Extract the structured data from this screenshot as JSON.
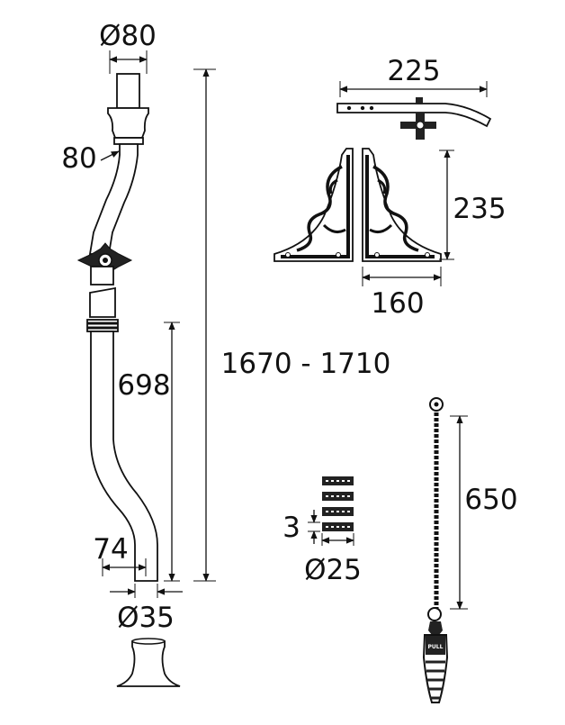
{
  "dimensions": {
    "pipe_top_diameter": "Ø80",
    "pipe_offset_top": "80",
    "pipe_overall_length": "1670 - 1710",
    "pipe_lower_length": "698",
    "pipe_offset_bottom": "74",
    "pipe_bottom_diameter": "Ø35",
    "bracket_arm_length": "225",
    "bracket_height": "235",
    "bracket_width": "160",
    "chain_length": "650",
    "washer_thickness": "3",
    "washer_diameter": "Ø25"
  },
  "handle": {
    "label": "PULL"
  }
}
